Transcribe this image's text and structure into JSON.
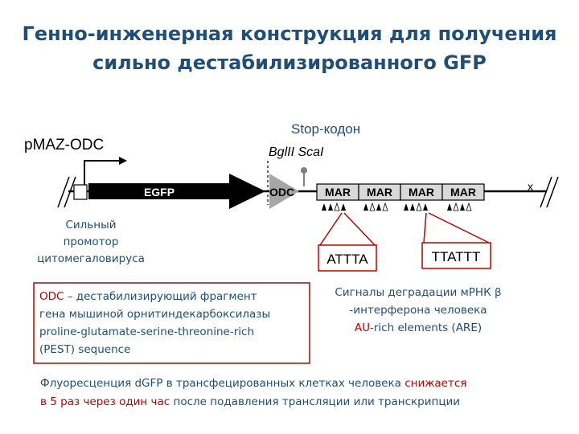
{
  "title": {
    "line1": "Генно-инженерная конструкция для получения",
    "line2": "сильно дестабилизированного GFP"
  },
  "construct": {
    "plasmid_name": "pMAZ-ODC",
    "stop_codon_label": "Stop-кодон",
    "restriction_sites": "BglII ScaI",
    "egfp_label": "EGFP",
    "odc_label": "ODC",
    "mar_labels": [
      "MAR",
      "MAR",
      "MAR",
      "MAR"
    ],
    "end_mark": "x"
  },
  "promoter_note": {
    "line1": "Сильный",
    "line2": "промотор",
    "line3": "цитомегаловируса"
  },
  "motifs": {
    "attta": "ATTTA",
    "ttattt": "TTATTT"
  },
  "odc_note": {
    "line1_highlight": "ODC",
    "line1_rest": " – дестабилизирующий фрагмент",
    "line2": "гена мышиной орнитиндекарбоксилазы",
    "line3": "proline-glutamate-serine-threonine-rich",
    "line4": "(PEST) sequence"
  },
  "degradation_note": {
    "line1": "Сигналы деградации мРНК β",
    "line2": "-интерферона человека",
    "line3_highlight": "AU",
    "line3_rest": "-rich elements (ARE)"
  },
  "footer": {
    "part1": "Флуоресценция dGFP в трансфецированных клетках человека ",
    "part2_highlight": "снижается",
    "part3_highlight": "в 5 раз через один час",
    "part4": " после подавления трансляции или транскрипции"
  },
  "colors": {
    "title_blue": "#1f4e79",
    "accent_red": "#c00000",
    "mar_fill": "#d9d9d9"
  }
}
